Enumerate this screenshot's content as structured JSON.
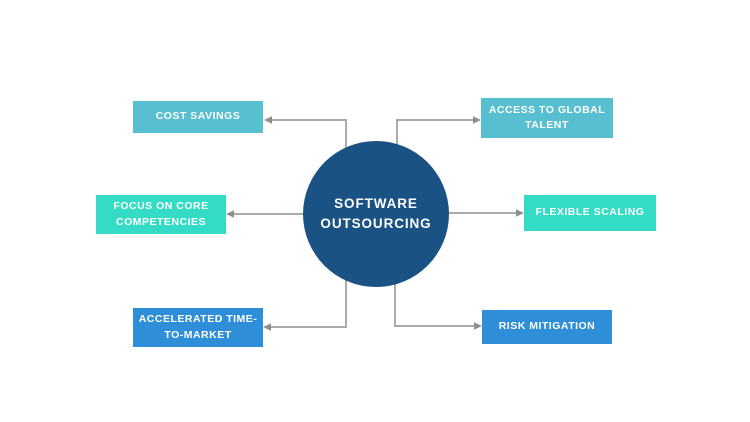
{
  "diagram": {
    "center": {
      "id": "software-outsourcing",
      "label": "SOFTWARE\nOUTSOURCING"
    },
    "nodes": [
      {
        "id": "cost-savings",
        "label": "COST SAVINGS",
        "position": "top-left",
        "color": "#57bfcf"
      },
      {
        "id": "access-to-global-talent",
        "label": "ACCESS TO GLOBAL\nTALENT",
        "position": "top-right",
        "color": "#57bfcf"
      },
      {
        "id": "focus-on-core-competencies",
        "label": "FOCUS ON CORE\nCOMPETENCIES",
        "position": "middle-left",
        "color": "#34dcc6"
      },
      {
        "id": "flexible-scaling",
        "label": "FLEXIBLE SCALING",
        "position": "middle-right",
        "color": "#34dcc6"
      },
      {
        "id": "accelerated-time-to-market",
        "label": "ACCELERATED TIME-\nTO-MARKET",
        "position": "bottom-left",
        "color": "#2e8fd8"
      },
      {
        "id": "risk-mitigation",
        "label": "RISK MITIGATION",
        "position": "bottom-right",
        "color": "#2e8fd8"
      }
    ]
  },
  "colors": {
    "background": "#ffffff",
    "center_circle": "#1b5284",
    "node_text": "#ffffff",
    "connector_line": "#ababab",
    "connector_arrow": "#8f8f8f"
  }
}
